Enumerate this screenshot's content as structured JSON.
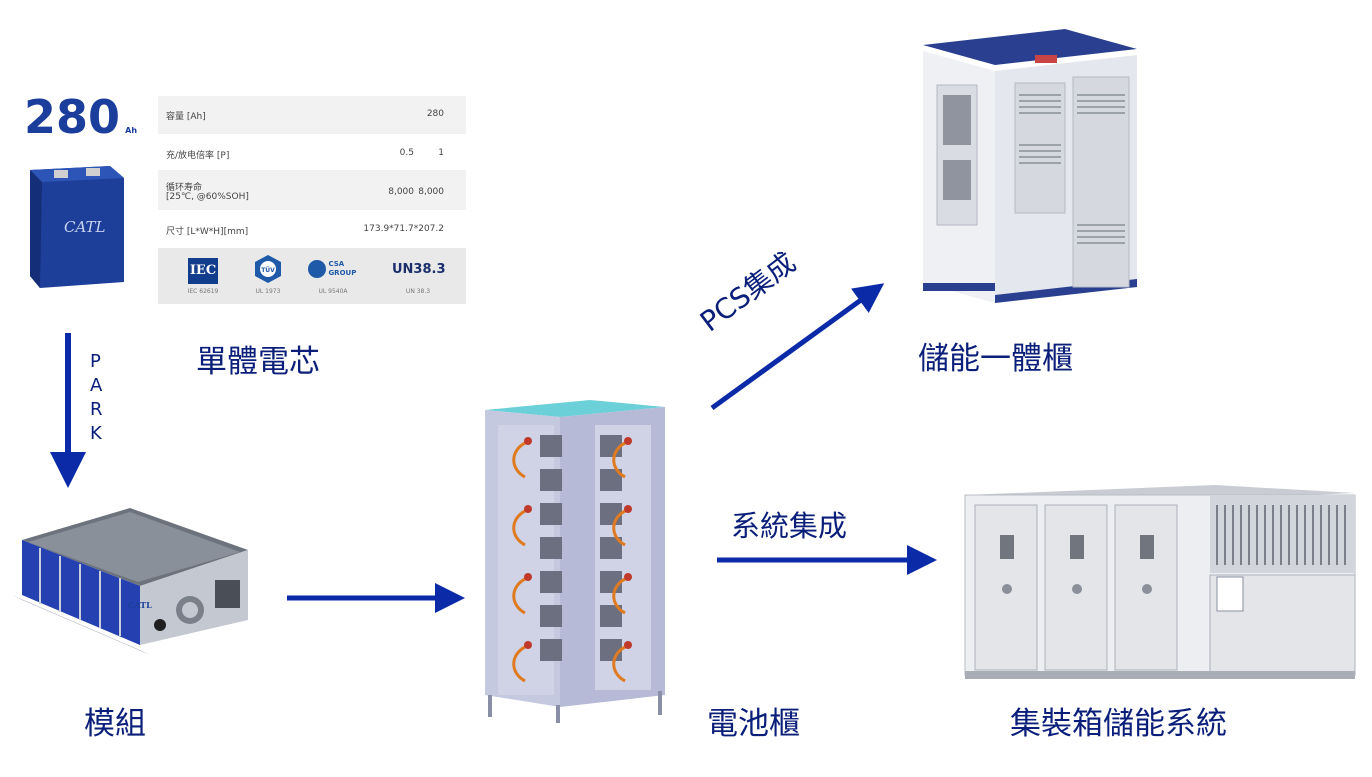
{
  "cell": {
    "capacity_big": "280",
    "capacity_unit": "Ah",
    "brand": "CATL",
    "label": "單體電芯"
  },
  "spec_table": {
    "rows": [
      {
        "key": "容量 [Ah]",
        "values": [
          "280"
        ]
      },
      {
        "key": "充/放电倍率 [P]",
        "values": [
          "0.5",
          "1"
        ]
      },
      {
        "key": "循环寿命",
        "key2": "[25℃, @60%SOH]",
        "values": [
          "8,000",
          "8,000"
        ]
      },
      {
        "key": "尺寸 [L*W*H][mm]",
        "values": [
          "173.9*71.7*207.2"
        ]
      }
    ],
    "certs": [
      {
        "name": "IEC",
        "sub": "IEC 62619"
      },
      {
        "name": "TÜV",
        "sub": "UL 1973"
      },
      {
        "name": "CSA GROUP",
        "sub": "UL 9540A"
      },
      {
        "name": "UN38.3",
        "sub": "UN 38.3"
      }
    ]
  },
  "arrows": {
    "park_letters": [
      "P",
      "A",
      "R",
      "K"
    ],
    "pcs_label": "PCS集成",
    "system_label": "系統集成"
  },
  "module": {
    "label": "模組",
    "brand": "CATL"
  },
  "rack": {
    "label": "電池櫃"
  },
  "cabinet": {
    "label": "儲能一體櫃"
  },
  "container": {
    "label": "集裝箱儲能系統"
  },
  "colors": {
    "arrow": "#0a2aa8",
    "label": "#0b1f7a",
    "cell_blue": "#1b3d9b"
  }
}
